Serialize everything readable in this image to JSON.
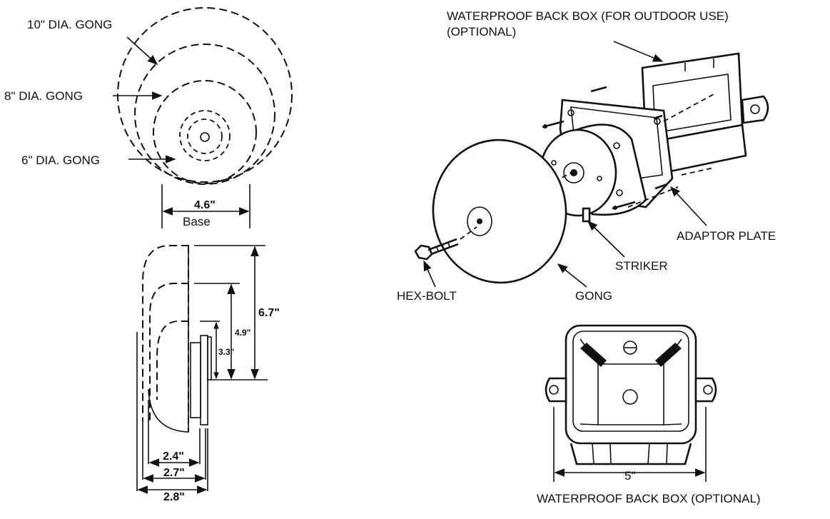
{
  "top_view": {
    "label_10in": "10\" DIA. GONG",
    "label_8in": "8\" DIA. GONG",
    "label_6in": "6\" DIA. GONG",
    "base_dim": "4.6\"",
    "base_label": "Base"
  },
  "side_view": {
    "height_large": "6.7\"",
    "height_medium": "4.9\"",
    "height_small": "3.3\"",
    "depth_1": "2.4\"",
    "depth_2": "2.7\"",
    "depth_3": "2.8\""
  },
  "exploded_view": {
    "back_box_label_line1": "WATERPROOF BACK BOX (FOR OUTDOOR USE)",
    "back_box_label_line2": "(OPTIONAL)",
    "adaptor_plate": "ADAPTOR  PLATE",
    "striker": "STRIKER",
    "hex_bolt": "HEX-BOLT",
    "gong": "GONG"
  },
  "back_box_view": {
    "width_dim": "5\"",
    "caption": "WATERPROOF BACK BOX (OPTIONAL)"
  }
}
